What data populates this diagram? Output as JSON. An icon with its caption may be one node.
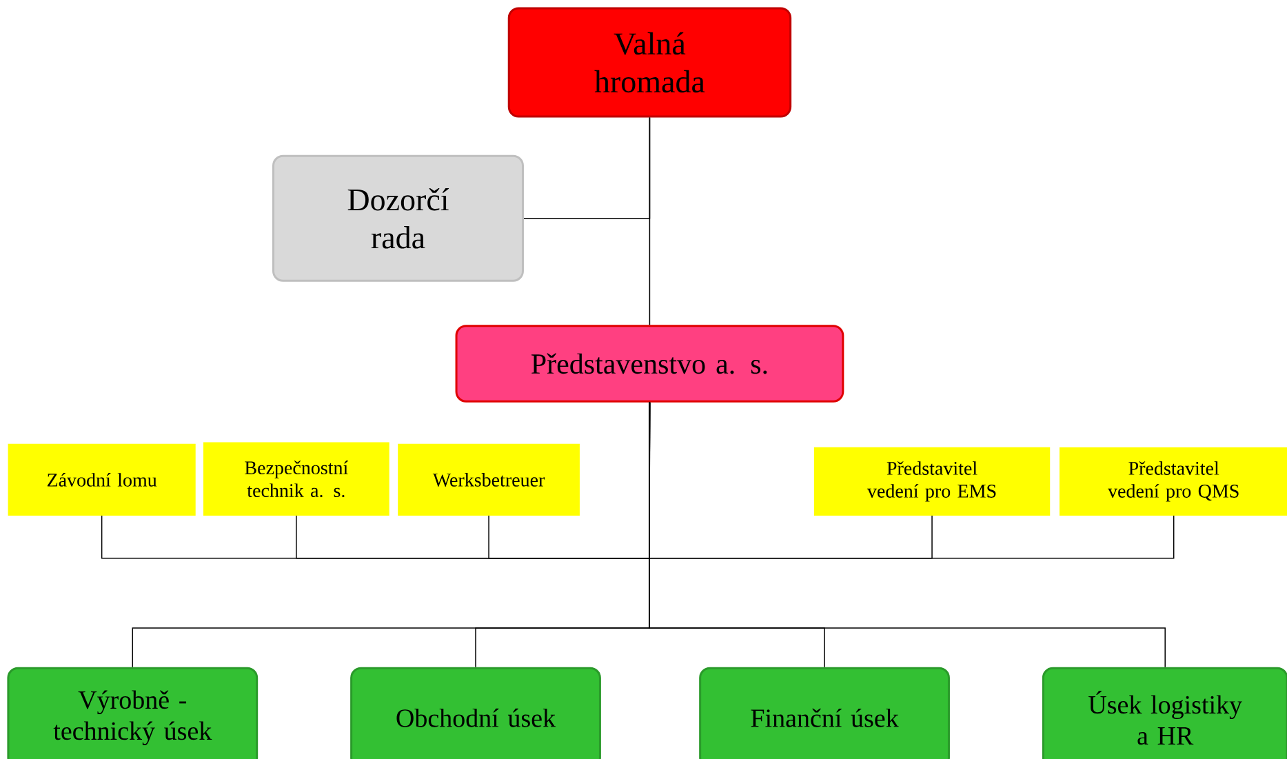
{
  "diagram": {
    "nodes": [
      {
        "text": [
          "Valná hromada"
        ]
      },
      {
        "text": [
          "Dozorčí rada"
        ]
      },
      {
        "text": [
          "Představenstvo a. s."
        ]
      },
      {
        "text": [
          "Závodní lomu"
        ]
      },
      {
        "text": [
          "Bezpečnostní technik a. s."
        ]
      },
      {
        "text": [
          "Werksbetreuer"
        ]
      },
      {
        "text": [
          "Představitel vedení pro EMS"
        ]
      },
      {
        "text": [
          "Představitel vedení pro QMS"
        ]
      },
      {
        "text": [
          "Výrobně - technický úsek"
        ]
      },
      {
        "text": [
          "Obchodní úsek"
        ]
      },
      {
        "text": [
          "Finanční úsek"
        ]
      },
      {
        "text": [
          "Úsek logistiky a HR"
        ]
      }
    ],
    "edges": [
      {
        "from": 0,
        "to": 1,
        "arrow": "none"
      },
      {
        "from": 0,
        "to": 2,
        "arrow": "none"
      },
      {
        "from": 2,
        "to": 3,
        "arrow": "none"
      },
      {
        "from": 2,
        "to": 4,
        "arrow": "none"
      },
      {
        "from": 2,
        "to": 5,
        "arrow": "none"
      },
      {
        "from": 2,
        "to": 6,
        "arrow": "none"
      },
      {
        "from": 2,
        "to": 7,
        "arrow": "none"
      },
      {
        "from": 2,
        "to": 8,
        "arrow": "none"
      },
      {
        "from": 2,
        "to": 9,
        "arrow": "none"
      },
      {
        "from": 2,
        "to": 10,
        "arrow": "none"
      },
      {
        "from": 2,
        "to": 11,
        "arrow": "none"
      }
    ]
  }
}
